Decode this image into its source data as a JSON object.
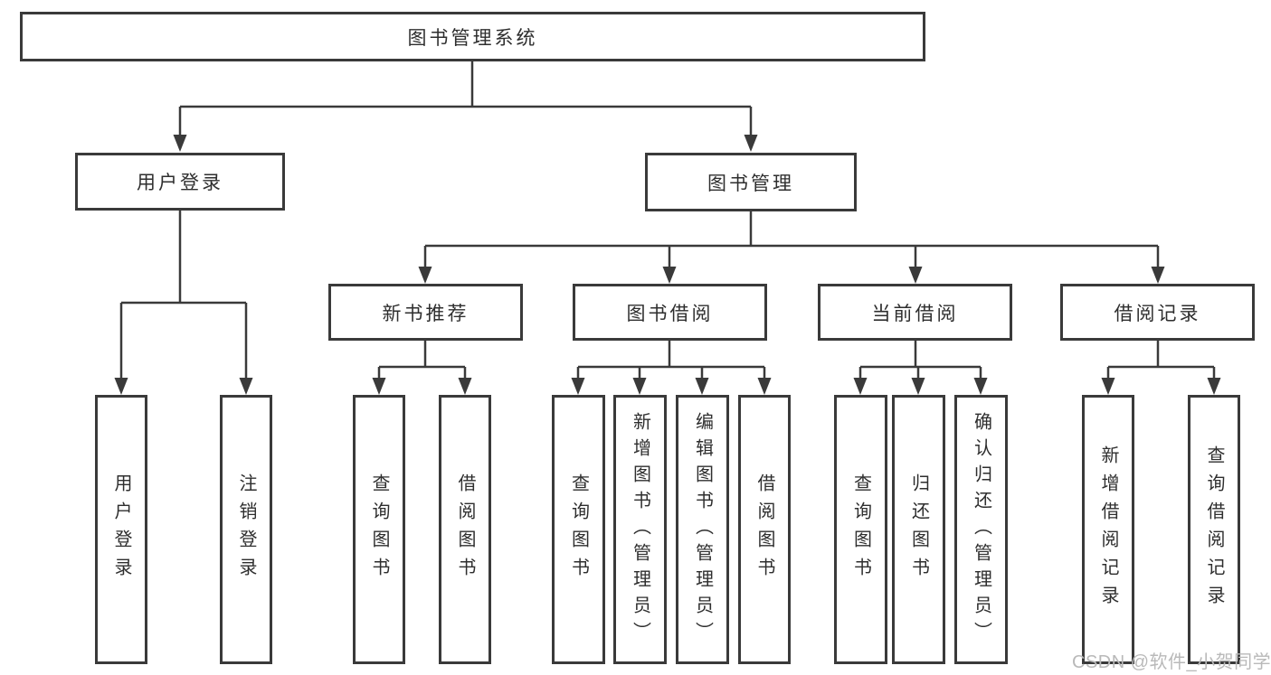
{
  "diagram": {
    "title": "图书管理系统",
    "tree": {
      "label": "图书管理系统",
      "children": [
        {
          "label": "用户登录",
          "children": [
            {
              "label": "用户登录"
            },
            {
              "label": "注销登录"
            }
          ]
        },
        {
          "label": "图书管理",
          "children": [
            {
              "label": "新书推荐",
              "children": [
                {
                  "label": "查询图书"
                },
                {
                  "label": "借阅图书"
                }
              ]
            },
            {
              "label": "图书借阅",
              "children": [
                {
                  "label": "查询图书"
                },
                {
                  "label": "新增图书（管理员）"
                },
                {
                  "label": "编辑图书（管理员）"
                },
                {
                  "label": "借阅图书"
                }
              ]
            },
            {
              "label": "当前借阅",
              "children": [
                {
                  "label": "查询图书"
                },
                {
                  "label": "归还图书"
                },
                {
                  "label": "确认归还（管理员）"
                }
              ]
            },
            {
              "label": "借阅记录",
              "children": [
                {
                  "label": "新增借阅记录"
                },
                {
                  "label": "查询借阅记录"
                }
              ]
            }
          ]
        }
      ]
    }
  },
  "watermark": {
    "text": "CSDN @软件_小贺同学"
  },
  "colors": {
    "line": "#3a3a3a",
    "text": "#2e2e2e",
    "watermark": "#b9b9b9",
    "background": "#ffffff"
  }
}
